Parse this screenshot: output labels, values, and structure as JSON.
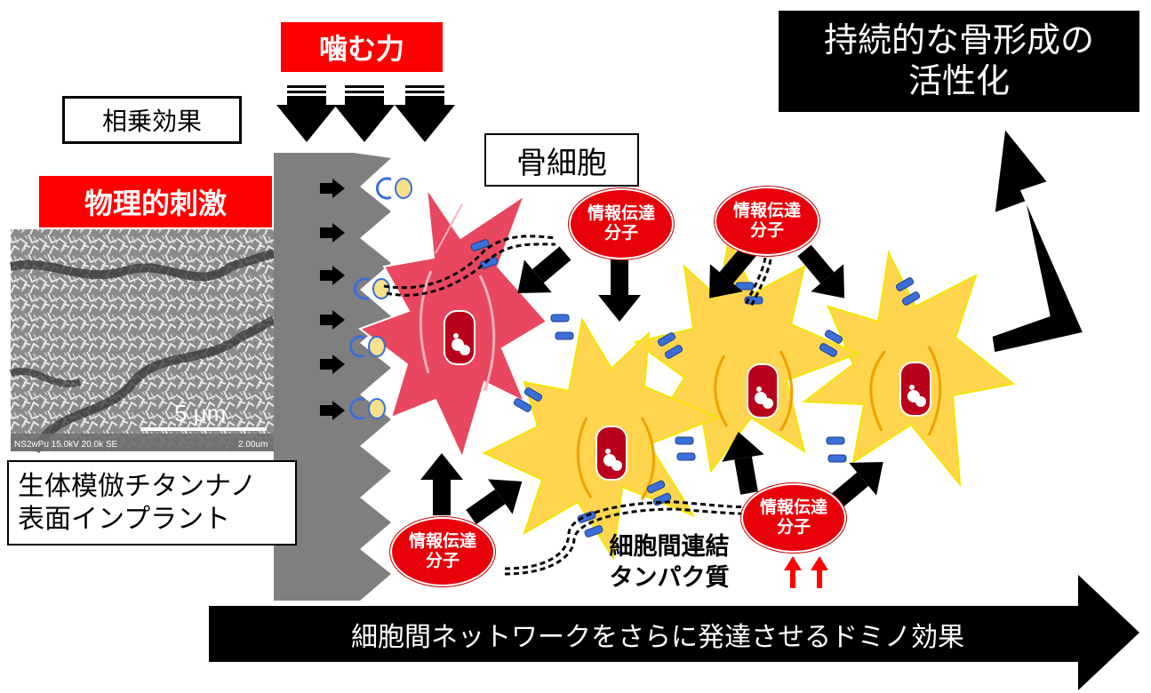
{
  "labels": {
    "bite_force": "噛む力",
    "synergy": "相乗効果",
    "physical_stimulus": "物理的刺激",
    "osteocyte": "骨細胞",
    "implant_line1": "生体模倣チタンナノ",
    "implant_line2": "表面インプラント",
    "bone_formation_line1": "持続的な骨形成の",
    "bone_formation_line2": "活性化",
    "network_domino": "細胞間ネットワークをさらに発達させるドミノ効果",
    "junction_protein_line1": "細胞間連結",
    "junction_protein_line2": "タンパク質",
    "signal_molecule_line1": "情報伝達",
    "signal_molecule_line2": "分子"
  },
  "sem_image": {
    "scale_bar": "5 μm",
    "caption_left": "NS2wPu 15.0kV 20.0k SE",
    "caption_right": "2.00um"
  },
  "colors": {
    "label_red": "#ff0000",
    "stimulated_cell": "#e8475f",
    "osteocyte_yellow": "#ffd54f",
    "signal_oval": "#e8000a",
    "receptor_blue": "#3a6fd8",
    "implant_gray": "#7f7f7f"
  }
}
